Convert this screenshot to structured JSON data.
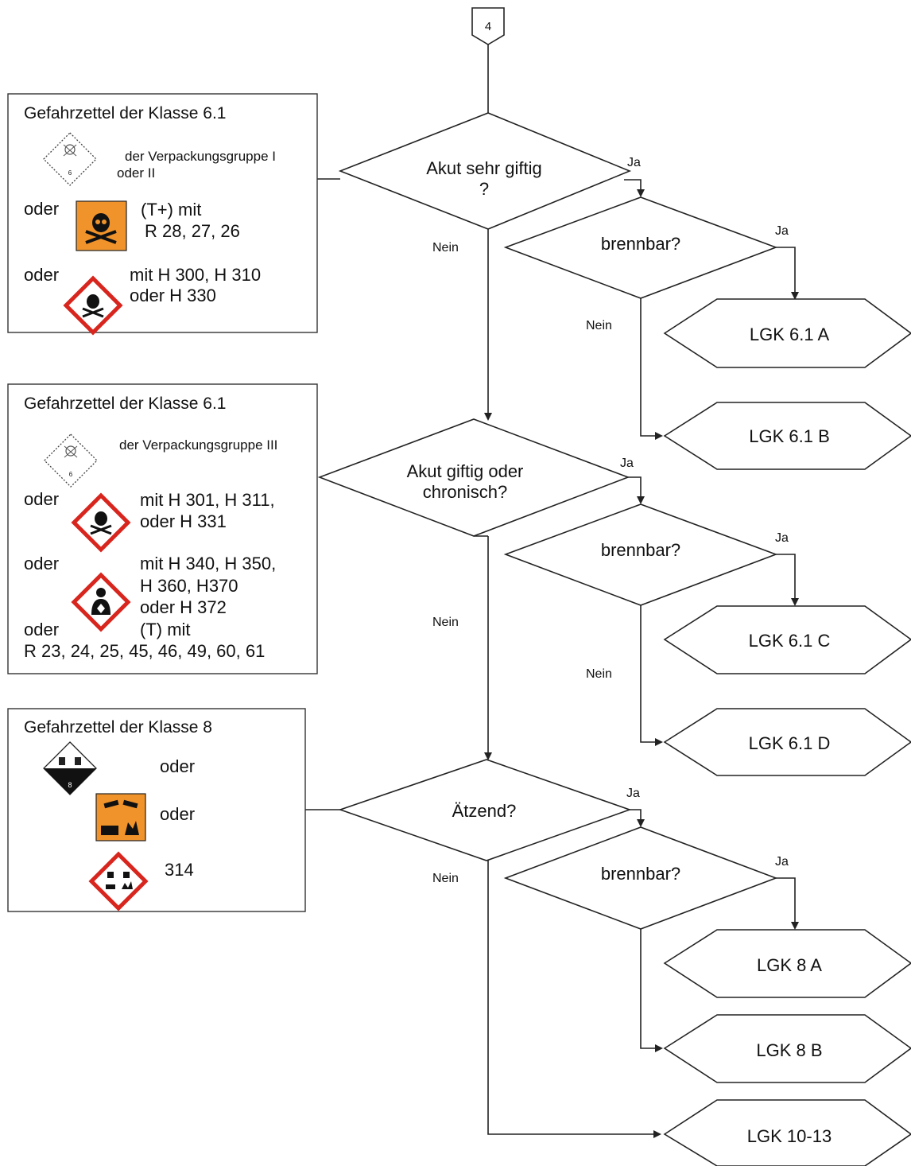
{
  "start_connector": "4",
  "labels": {
    "ja": "Ja",
    "nein": "Nein"
  },
  "boxes": [
    {
      "title": "Gefahrzettel der Klasse 6.1",
      "lines": [
        "der Verpackungsgruppe I",
        "oder II",
        "oder",
        "(T+) mit",
        "R 28, 27, 26",
        "oder",
        "mit H 300, H 310",
        "oder H 330"
      ]
    },
    {
      "title": "Gefahrzettel der Klasse 6.1",
      "lines": [
        "der Verpackungsgruppe III",
        "oder",
        "mit H 301, H 311,",
        "oder H 331",
        "oder",
        "mit H 340, H 350,",
        "H 360, H370",
        "oder H 372",
        "oder",
        "(T) mit",
        "R 23, 24, 25, 45, 46, 49, 60, 61"
      ]
    },
    {
      "title": "Gefahrzettel der Klasse 8",
      "lines": [
        "oder",
        "oder",
        "314"
      ]
    }
  ],
  "questions": {
    "q1": [
      "Akut sehr giftig",
      "?"
    ],
    "q2": [
      "Akut giftig oder",
      "chronisch?"
    ],
    "q3": [
      "Ätzend?"
    ],
    "brennbar": "brennbar?"
  },
  "results": [
    "LGK 6.1 A",
    "LGK 6.1 B",
    "LGK 6.1 C",
    "LGK 6.1 D",
    "LGK 8 A",
    "LGK 8 B",
    "LGK 10-13"
  ],
  "colors": {
    "ghs_red": "#d8251d",
    "orange": "#f0932b",
    "black": "#111111"
  },
  "icons": [
    "skull-crossbones-icon",
    "health-hazard-icon",
    "corrosive-icon",
    "adr-6-1-label-icon",
    "adr-8-label-icon"
  ]
}
